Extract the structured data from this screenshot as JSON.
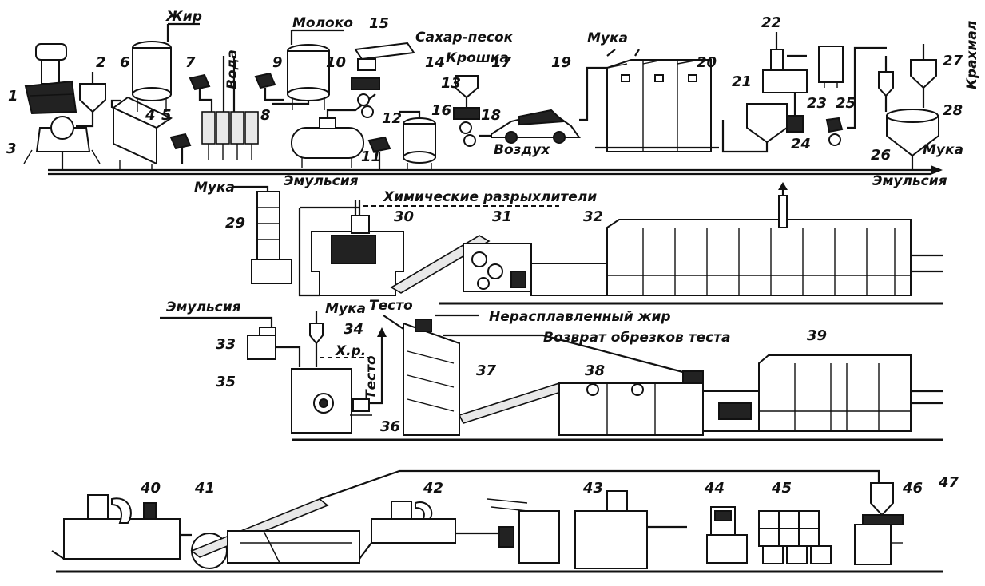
{
  "diagram": {
    "flow_labels": {
      "fat": "Жир",
      "milk": "Молоко",
      "sugar": "Сахар-песок",
      "crumb": "Крошка",
      "flour_top": "Мука",
      "water": "Вода",
      "air": "Воздух",
      "flour_right": "Мука",
      "starch": "Крахмал",
      "emulsion_top_out": "Эмульсия",
      "flour_row2": "Мука",
      "emulsion_row2": "Эмульсия",
      "chemical_leaveners": "Химические разрыхлители",
      "emulsion_row3": "Эмульсия",
      "flour_row3": "Мука",
      "dough_top": "Тесто",
      "unmelted_fat": "Нерасплавленный жир",
      "trim_return": "Возврат обрезков теста",
      "chem_abbr": "Х.р.",
      "dough_vertical": "Тесто"
    },
    "numbers": [
      "1",
      "2",
      "3",
      "4",
      "5",
      "6",
      "7",
      "8",
      "9",
      "10",
      "11",
      "12",
      "13",
      "14",
      "15",
      "16",
      "17",
      "18",
      "19",
      "20",
      "21",
      "22",
      "23",
      "24",
      "25",
      "26",
      "27",
      "28",
      "29",
      "30",
      "31",
      "32",
      "33",
      "34",
      "35",
      "36",
      "37",
      "38",
      "39",
      "40",
      "41",
      "42",
      "43",
      "44",
      "45",
      "46",
      "47"
    ]
  }
}
